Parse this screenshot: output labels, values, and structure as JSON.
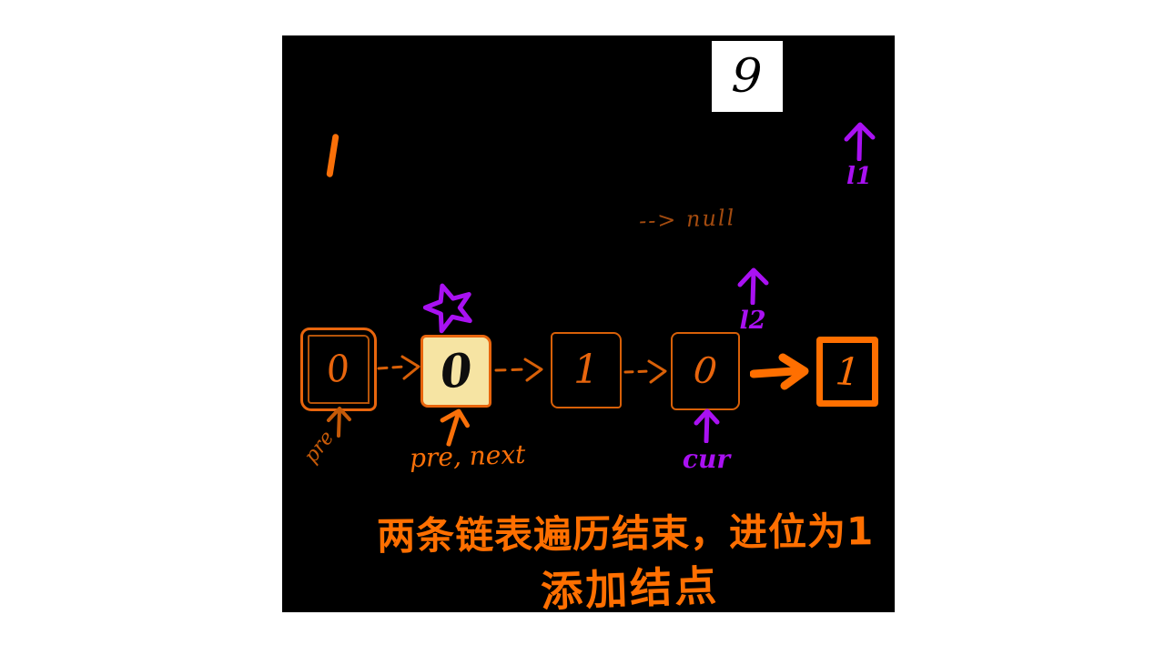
{
  "colors": {
    "canvas_bg": "#000000",
    "page_bg": "#ffffff",
    "orange": "#ff6f00",
    "orange_thin": "#e8650d",
    "purple": "#a911f2",
    "node_fill_cream": "#f6e4a3",
    "null_text_color": "#a34b0f"
  },
  "whiteboard": {
    "note_glyph": "9",
    "tick_mark": "1"
  },
  "pointers": {
    "l1": "l1",
    "l2": "l2",
    "pre": "pre",
    "pre_next": "pre, next",
    "cur": "cur"
  },
  "annotations": {
    "null_text": "--> null",
    "caption_line1": "两条链表遍历结束，进位为1",
    "caption_line2": "添加结点"
  },
  "linked_list": {
    "nodes": [
      {
        "value": "0",
        "style": "double-outline"
      },
      {
        "value": "0",
        "style": "filled-cream",
        "marked_with_star": true
      },
      {
        "value": "1",
        "style": "thin-outline"
      },
      {
        "value": "0",
        "style": "thin-outline"
      },
      {
        "value": "1",
        "style": "bold-outline-result"
      }
    ],
    "connectors": [
      "dashed",
      "dashed",
      "dashed",
      "solid-bold"
    ]
  }
}
